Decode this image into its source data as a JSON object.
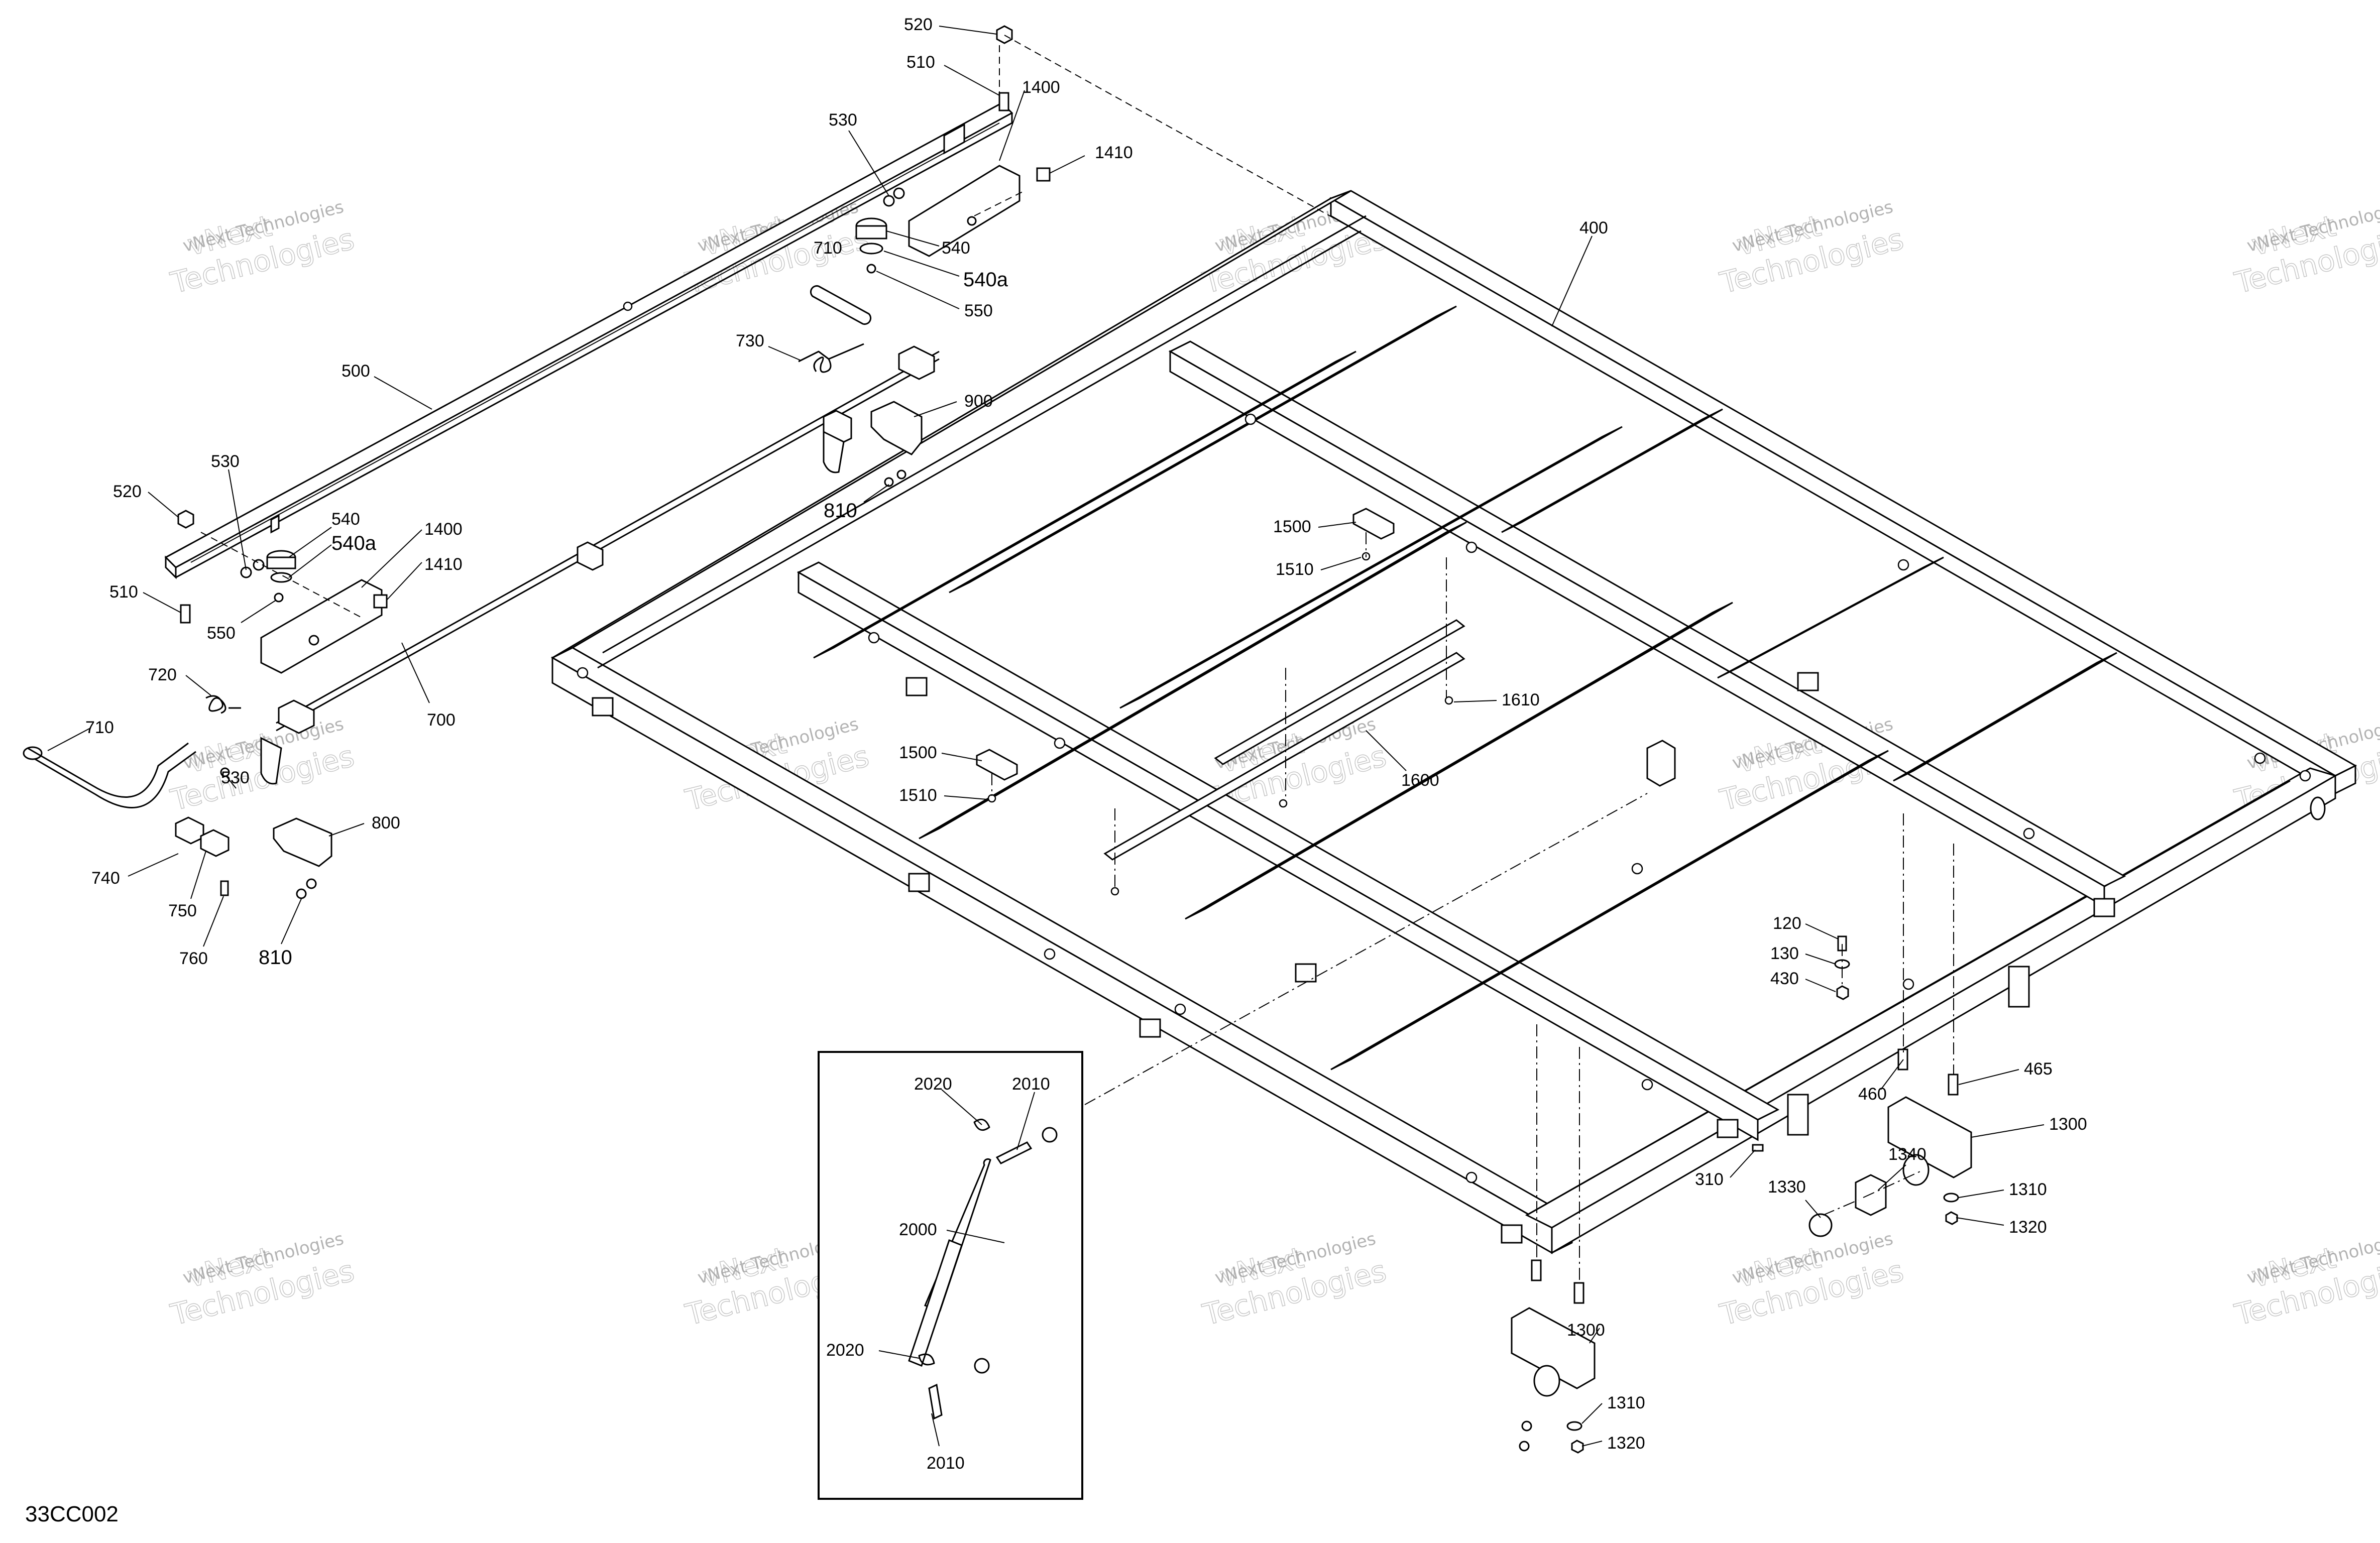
{
  "figure_id": "33CC002",
  "watermark": {
    "line1": "vNext Technologies",
    "line2": "vNext",
    "line3": "Technologies"
  },
  "callouts": [
    {
      "id": "c-520-top",
      "text": "520"
    },
    {
      "id": "c-510-top",
      "text": "510"
    },
    {
      "id": "c-1400-top",
      "text": "1400"
    },
    {
      "id": "c-1410-top",
      "text": "1410"
    },
    {
      "id": "c-530-top",
      "text": "530"
    },
    {
      "id": "c-540-top",
      "text": "540"
    },
    {
      "id": "c-540a-top",
      "text": "540a"
    },
    {
      "id": "c-550-top",
      "text": "550"
    },
    {
      "id": "c-710-top",
      "text": "710"
    },
    {
      "id": "c-730",
      "text": "730"
    },
    {
      "id": "c-900",
      "text": "900"
    },
    {
      "id": "c-810-top",
      "text": "810"
    },
    {
      "id": "c-500",
      "text": "500"
    },
    {
      "id": "c-530-mid",
      "text": "530"
    },
    {
      "id": "c-520-mid",
      "text": "520"
    },
    {
      "id": "c-540-mid",
      "text": "540"
    },
    {
      "id": "c-540a-mid",
      "text": "540a"
    },
    {
      "id": "c-1400-mid",
      "text": "1400"
    },
    {
      "id": "c-1410-mid",
      "text": "1410"
    },
    {
      "id": "c-510-mid",
      "text": "510"
    },
    {
      "id": "c-550-mid",
      "text": "550"
    },
    {
      "id": "c-720",
      "text": "720"
    },
    {
      "id": "c-700",
      "text": "700"
    },
    {
      "id": "c-710-left",
      "text": "710"
    },
    {
      "id": "c-530-low",
      "text": "530"
    },
    {
      "id": "c-800",
      "text": "800"
    },
    {
      "id": "c-740",
      "text": "740"
    },
    {
      "id": "c-750",
      "text": "750"
    },
    {
      "id": "c-760",
      "text": "760"
    },
    {
      "id": "c-810-low",
      "text": "810"
    },
    {
      "id": "c-400",
      "text": "400"
    },
    {
      "id": "c-1500-right",
      "text": "1500"
    },
    {
      "id": "c-1510-right",
      "text": "1510"
    },
    {
      "id": "c-1610",
      "text": "1610"
    },
    {
      "id": "c-1600",
      "text": "1600"
    },
    {
      "id": "c-1500-left",
      "text": "1500"
    },
    {
      "id": "c-1510-left",
      "text": "1510"
    },
    {
      "id": "c-120",
      "text": "120"
    },
    {
      "id": "c-130",
      "text": "130"
    },
    {
      "id": "c-430",
      "text": "430"
    },
    {
      "id": "c-465",
      "text": "465"
    },
    {
      "id": "c-460",
      "text": "460"
    },
    {
      "id": "c-1300-right",
      "text": "1300"
    },
    {
      "id": "c-1340",
      "text": "1340"
    },
    {
      "id": "c-310",
      "text": "310"
    },
    {
      "id": "c-1330",
      "text": "1330"
    },
    {
      "id": "c-1310-right",
      "text": "1310"
    },
    {
      "id": "c-1320-right",
      "text": "1320"
    },
    {
      "id": "c-1300-low",
      "text": "1300"
    },
    {
      "id": "c-1310-low",
      "text": "1310"
    },
    {
      "id": "c-1320-low",
      "text": "1320"
    },
    {
      "id": "c-2020-top",
      "text": "2020"
    },
    {
      "id": "c-2010-top",
      "text": "2010"
    },
    {
      "id": "c-2000",
      "text": "2000"
    },
    {
      "id": "c-2020-low",
      "text": "2020"
    },
    {
      "id": "c-2010-low",
      "text": "2010"
    }
  ]
}
